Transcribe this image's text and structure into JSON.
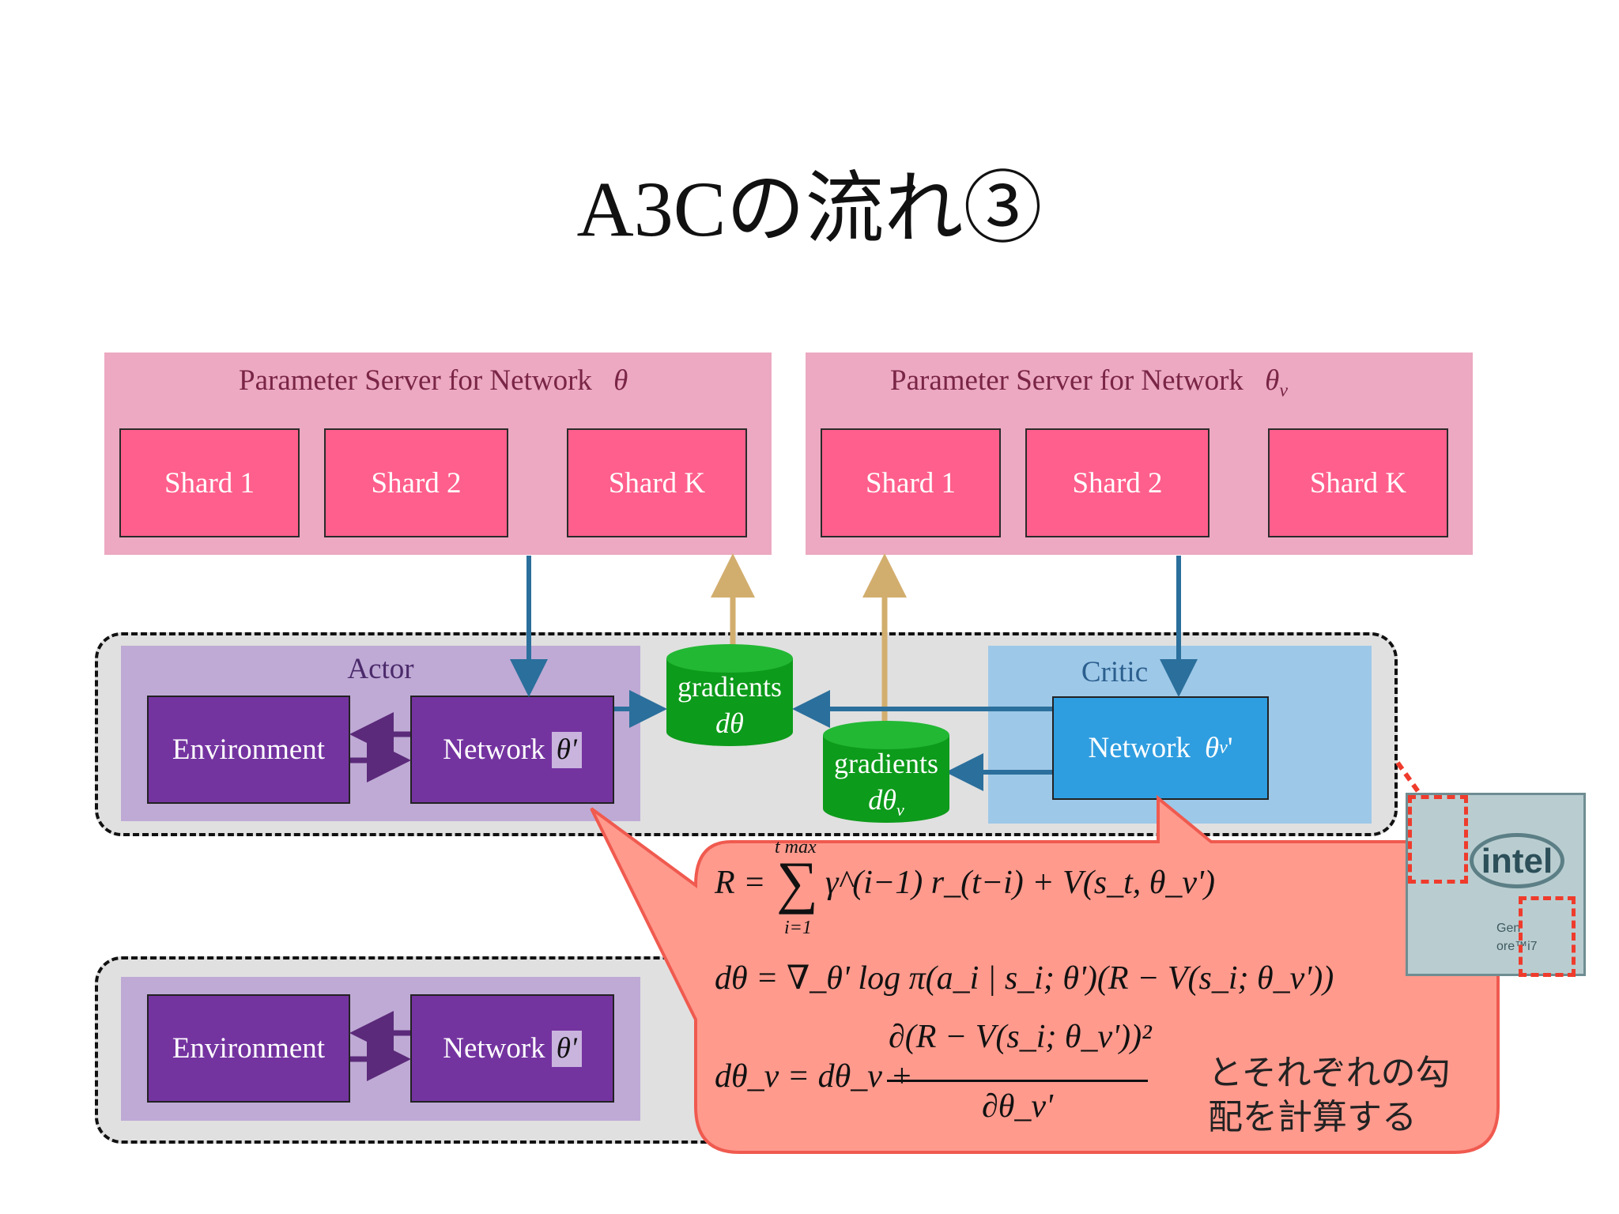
{
  "title": "A3Cの流れ③",
  "servers": [
    {
      "label": "Parameter Server for Network",
      "symbol": "θ",
      "shards": [
        "Shard 1",
        "Shard 2",
        "Shard K"
      ]
    },
    {
      "label": "Parameter Server for Network",
      "symbol": "θ",
      "symbol_sub": "v",
      "shards": [
        "Shard 1",
        "Shard 2",
        "Shard K"
      ]
    }
  ],
  "worker1": {
    "actor_label": "Actor",
    "critic_label": "Critic",
    "environment": "Environment",
    "actor_network": "Network",
    "actor_network_symbol": "θ'",
    "critic_network": "Network",
    "critic_network_symbol": "θ",
    "critic_network_sub": "v",
    "critic_network_prime": "'",
    "gradients_actor": {
      "label": "gradients",
      "symbol": "dθ"
    },
    "gradients_critic": {
      "label": "gradients",
      "symbol": "dθ",
      "sub": "v"
    }
  },
  "worker2": {
    "environment": "Environment",
    "network": "Network",
    "network_symbol": "θ'"
  },
  "callout": {
    "eq1": "R = Σ_{i=1}^{t max} γ^{i−1} r_{t−i} + V(s_t, θ_v')",
    "eq1_lhs": "R =",
    "eq1_upper": "t max",
    "eq1_lower": "i=1",
    "eq1_rhs": "γ^(i−1) r_(t−i) + V(s_t, θ_v')",
    "eq2": "dθ = ∇_θ' log π(a_i | s_i; θ')(R − V(s_i; θ_v'))",
    "eq3_lhs": "dθ_v = dθ_v +",
    "eq3_num": "∂(R − V(s_i; θ_v'))²",
    "eq3_den": "∂θ_v'",
    "note_line1": "とそれぞれの勾",
    "note_line2": "配を計算する"
  },
  "chip_image": {
    "brand_text": "intel",
    "gen_text": "Gen",
    "core_text": "ore™i7"
  },
  "colors": {
    "server_bg": "#eca9c1",
    "shard": "#ff5f8c",
    "actor_bg": "#bfaad5",
    "critic_bg": "#9ec8e8",
    "purple_box": "#7434a0",
    "blue_box": "#2f9ee0",
    "green_cylinder": "#0d9b1b",
    "down_arrow": "#2b6f9c",
    "up_arrow": "#d2ae6e",
    "callout": "#ff9a8d",
    "callout_border": "#f05a4f"
  }
}
